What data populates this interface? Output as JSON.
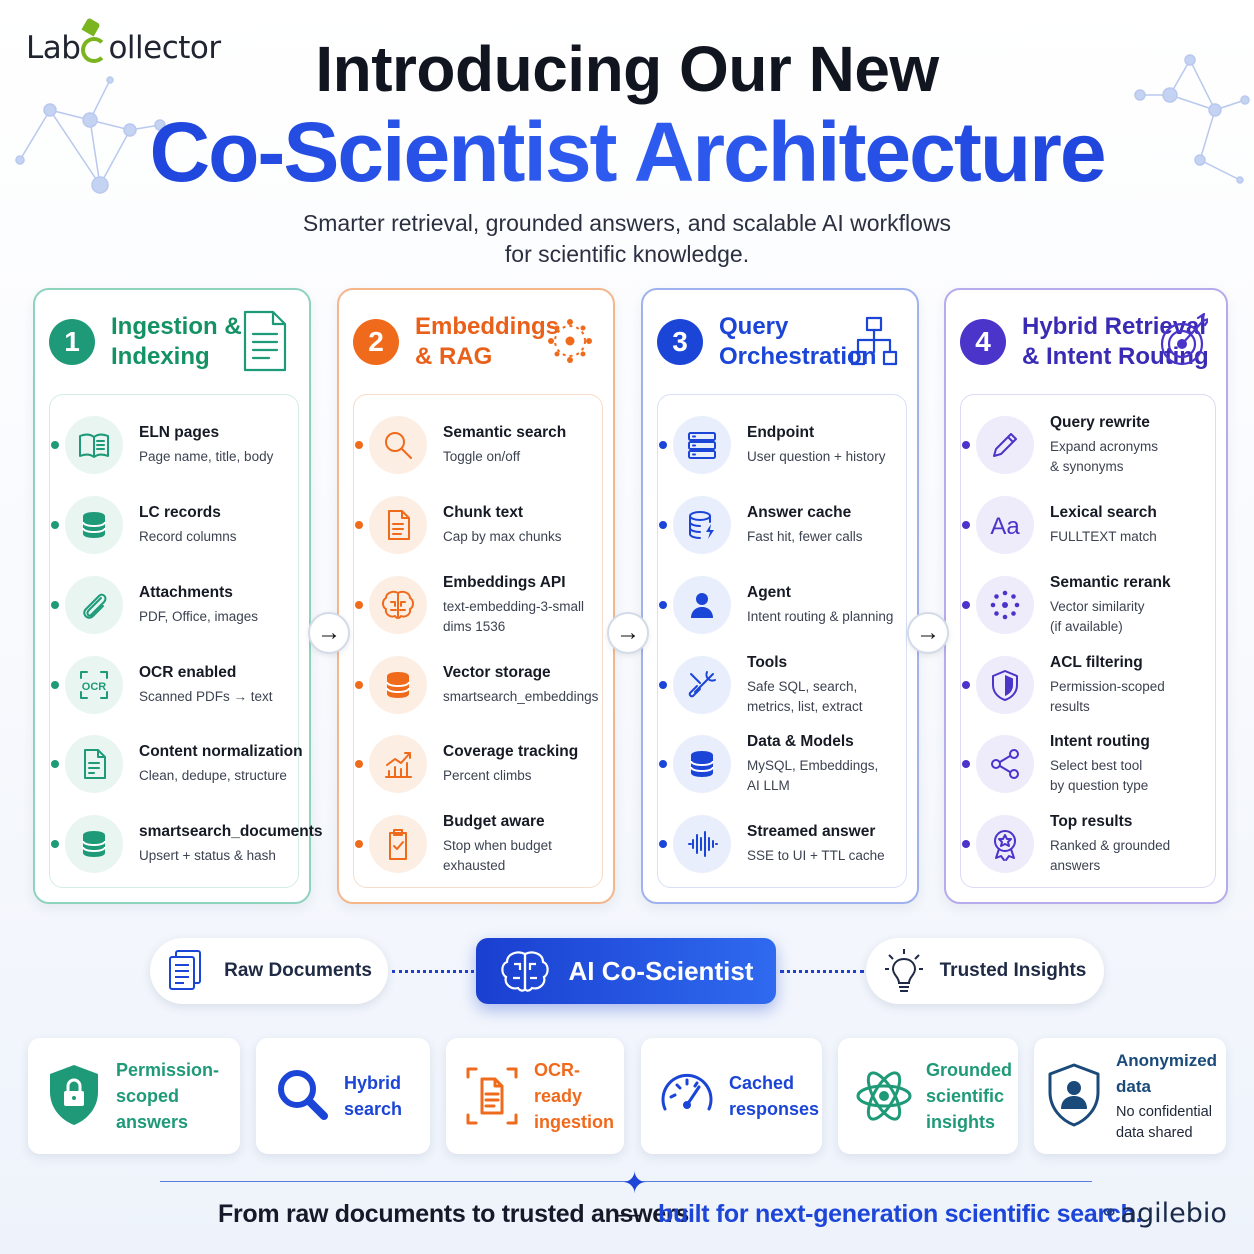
{
  "header": {
    "logo_text_a": "Lab",
    "logo_text_b": "ollector",
    "title_line1": "Introducing Our New",
    "title_line2": "Co-Scientist Architecture",
    "subtitle_line1": "Smarter retrieval, grounded answers, and scalable AI workflows",
    "subtitle_line2": "for scientific knowledge."
  },
  "colors": {
    "green": "#1f9a78",
    "orange": "#f06a1c",
    "blue": "#1b45d6",
    "purple": "#4a34c9"
  },
  "columns": [
    {
      "num": "1",
      "title": "Ingestion &\nIndexing",
      "icon": "document-icon",
      "items": [
        {
          "title": "ELN pages",
          "desc": "Page name, title, body",
          "icon": "book-icon"
        },
        {
          "title": "LC records",
          "desc": "Record columns",
          "icon": "database-icon"
        },
        {
          "title": "Attachments",
          "desc": "PDF, Office, images",
          "icon": "paperclip-icon"
        },
        {
          "title": "OCR enabled",
          "desc": "Scanned PDFs → text",
          "icon": "ocr-icon"
        },
        {
          "title": "Content normalization",
          "desc": "Clean, dedupe, structure",
          "icon": "doc-edit-icon"
        },
        {
          "title": "smartsearch_documents",
          "desc": "Upsert + status & hash",
          "icon": "database-icon"
        }
      ]
    },
    {
      "num": "2",
      "title": "Embeddings\n& RAG",
      "icon": "network-icon",
      "items": [
        {
          "title": "Semantic search",
          "desc": "Toggle on/off",
          "icon": "search-icon"
        },
        {
          "title": "Chunk text",
          "desc": "Cap by max chunks",
          "icon": "document-icon"
        },
        {
          "title": "Embeddings API",
          "desc": "text-embedding-3-small\ndims 1536",
          "icon": "brain-icon"
        },
        {
          "title": "Vector storage",
          "desc": "smartsearch_embeddings",
          "icon": "database-icon"
        },
        {
          "title": "Coverage tracking",
          "desc": "Percent climbs",
          "icon": "chart-icon"
        },
        {
          "title": "Budget aware",
          "desc": "Stop when budget\nexhausted",
          "icon": "clipboard-check-icon"
        }
      ]
    },
    {
      "num": "3",
      "title": "Query\nOrchestration",
      "icon": "hierarchy-icon",
      "items": [
        {
          "title": "Endpoint",
          "desc": "User question + history",
          "icon": "server-icon"
        },
        {
          "title": "Answer cache",
          "desc": "Fast hit, fewer calls",
          "icon": "database-bolt-icon"
        },
        {
          "title": "Agent",
          "desc": "Intent routing & planning",
          "icon": "user-icon"
        },
        {
          "title": "Tools",
          "desc": "Safe SQL, search,\nmetrics, list, extract",
          "icon": "tools-icon"
        },
        {
          "title": "Data & Models",
          "desc": "MySQL, Embeddings,\nAI LLM",
          "icon": "database-icon"
        },
        {
          "title": "Streamed answer",
          "desc": "SSE to UI + TTL cache",
          "icon": "waveform-icon"
        }
      ]
    },
    {
      "num": "4",
      "title": "Hybrid Retrieval\n& Intent Routing",
      "icon": "target-icon",
      "items": [
        {
          "title": "Query rewrite",
          "desc": "Expand acronyms\n& synonyms",
          "icon": "pencil-icon"
        },
        {
          "title": "Lexical search",
          "desc": "FULLTEXT match",
          "icon": "font-icon"
        },
        {
          "title": "Semantic rerank",
          "desc": "Vector similarity\n(if available)",
          "icon": "dots-circle-icon"
        },
        {
          "title": "ACL filtering",
          "desc": "Permission-scoped\nresults",
          "icon": "shield-icon"
        },
        {
          "title": "Intent routing",
          "desc": "Select best tool\nby question type",
          "icon": "share-icon"
        },
        {
          "title": "Top results",
          "desc": "Ranked & grounded\nanswers",
          "icon": "badge-icon"
        }
      ]
    }
  ],
  "flow": {
    "left": "Raw Documents",
    "center": "AI Co-Scientist",
    "right": "Trusted Insights"
  },
  "features": [
    {
      "label": "Permission-\nscoped answers",
      "icon": "lock-shield-icon",
      "color": "#1f9a78"
    },
    {
      "label": "Hybrid\nsearch",
      "icon": "search-icon",
      "color": "#1b45d6"
    },
    {
      "label": "OCR-ready\ningestion",
      "icon": "ocr-doc-icon",
      "color": "#f06a1c"
    },
    {
      "label": "Cached\nresponses",
      "icon": "gauge-icon",
      "color": "#1b45d6"
    },
    {
      "label": "Grounded\nscientific\ninsights",
      "icon": "atom-icon",
      "color": "#1f9a78"
    },
    {
      "label": "Anonymized data",
      "sub": "No confidential\ndata shared",
      "icon": "user-shield-icon",
      "color": "#1a4a7a"
    }
  ],
  "footer": {
    "left": "From raw documents to trusted answers",
    "dash": "—",
    "right": "built for next-generation scientific search.",
    "brand": "agilebio"
  }
}
